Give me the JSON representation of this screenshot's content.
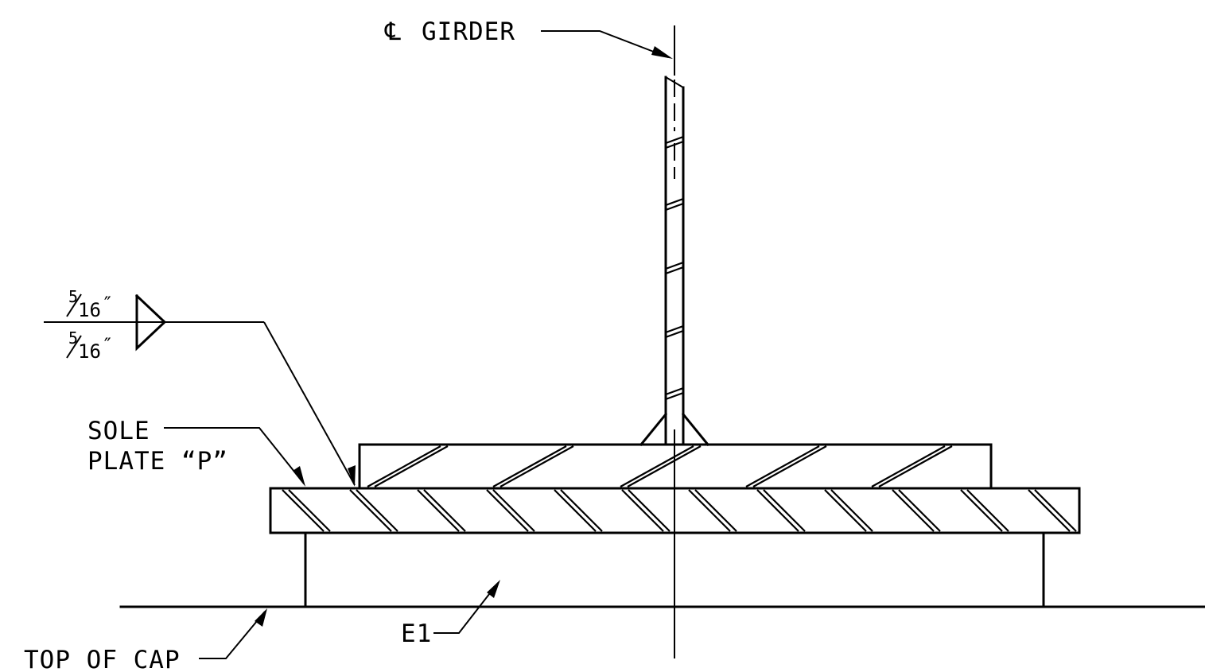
{
  "labels": {
    "cl_symbol": "℄",
    "girder": "GIRDER",
    "sole_line1": "SOLE",
    "sole_line2": "PLATE “P”",
    "top_of_cap": "TOP OF CAP",
    "e1": "E1"
  },
  "weld_symbol": {
    "arrow_side": {
      "numerator": "5",
      "denominator": "16",
      "unit": "″"
    },
    "other_side": {
      "numerator": "5",
      "denominator": "16",
      "unit": "″"
    },
    "type": "fillet-both-sides"
  },
  "colors": {
    "line": "#000000",
    "background": "#ffffff"
  }
}
